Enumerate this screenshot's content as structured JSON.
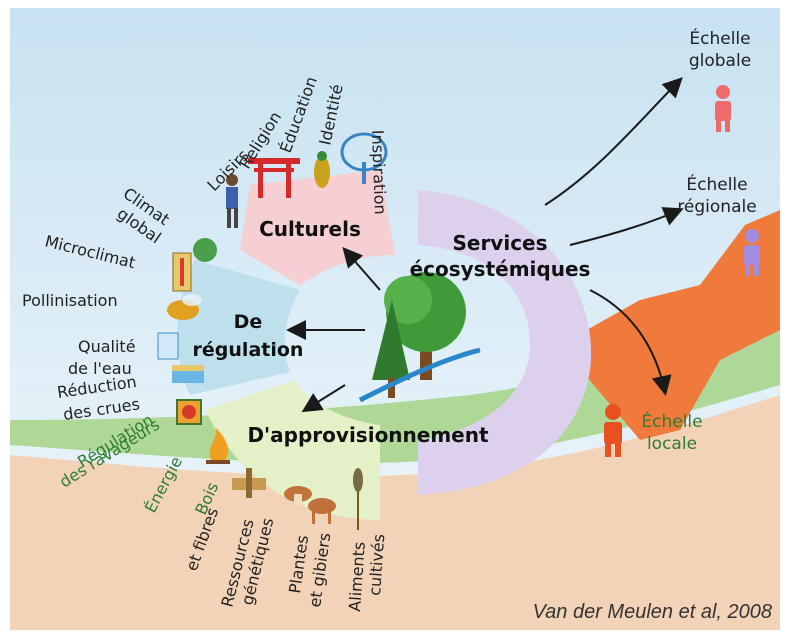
{
  "center": {
    "line1": "Services",
    "line2": "écosystémiques"
  },
  "categories": {
    "culturels": "Culturels",
    "regulation_line1": "De",
    "regulation_line2": "régulation",
    "approvisionnement": "D'approvisionnement"
  },
  "scales": {
    "globale_line1": "Échelle",
    "globale_line2": "globale",
    "regionale_line1": "Échelle",
    "regionale_line2": "régionale",
    "locale_line1": "Échelle",
    "locale_line2": "locale"
  },
  "cultural_items": [
    "Inspiration",
    "Identité",
    "Éducation",
    "Religion",
    "Loisirs"
  ],
  "regulation_items": {
    "climat_l1": "Climat",
    "climat_l2": "global",
    "microclimat": "Microclimat",
    "pollinisation": "Pollinisation",
    "qualite_l1": "Qualité",
    "qualite_l2": "de l'eau",
    "reduction_l1": "Réduction",
    "reduction_l2": "des crues",
    "ravageurs_l1": "Régulation",
    "ravageurs_l2": "des ravageurs"
  },
  "provisioning_items": {
    "energie": "Énergie",
    "bois_l1": "Bois",
    "bois_l2": "et fibres",
    "ressources_l1": "Ressources",
    "ressources_l2": "génétiques",
    "plantes_l1": "Plantes",
    "plantes_l2": "et gibiers",
    "aliments_l1": "Aliments",
    "aliments_l2": "cultivés"
  },
  "credit": "Van der Meulen et al, 2008",
  "colors": {
    "sky_top": "#cfe6f2",
    "sky_bottom": "#eef6fb",
    "ground": "#f3d3b8",
    "grass": "#a8d58c",
    "orange": "#f07a3c",
    "culturels_fill": "#f6cfd2",
    "regulation_fill": "#bde0ec",
    "approv_fill": "#e4f0c8",
    "services_fill": "#dcd0ec"
  }
}
